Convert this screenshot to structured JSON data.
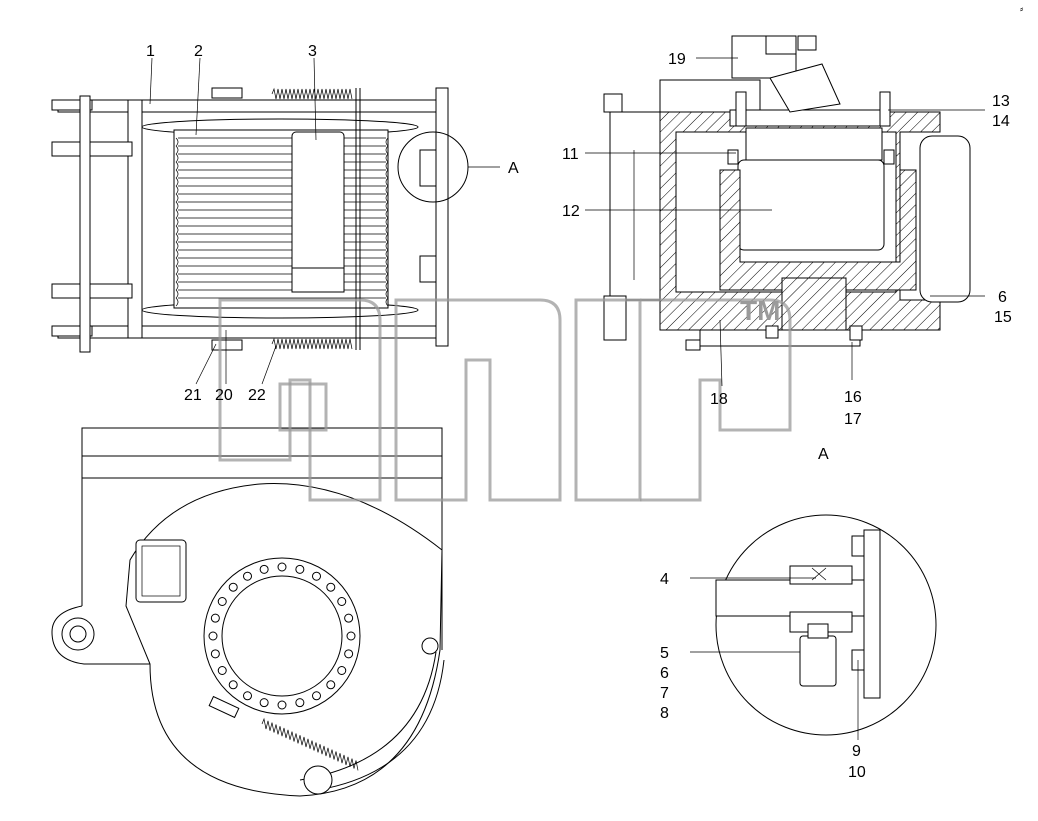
{
  "watermark": "ancp",
  "trademark": "TM",
  "section_label": "A",
  "callout_label": "A",
  "corner_mark": "⸗",
  "labels": {
    "l1": "1",
    "l2": "2",
    "l3": "3",
    "l4": "4",
    "l5": "5",
    "l6a": "6",
    "l6b": "6",
    "l7": "7",
    "l8": "8",
    "l9": "9",
    "l10": "10",
    "l11": "11",
    "l12": "12",
    "l13": "13",
    "l14": "14",
    "l15": "15",
    "l16": "16",
    "l17": "17",
    "l18": "18",
    "l19": "19",
    "l20": "20",
    "l21": "21",
    "l22": "22"
  }
}
